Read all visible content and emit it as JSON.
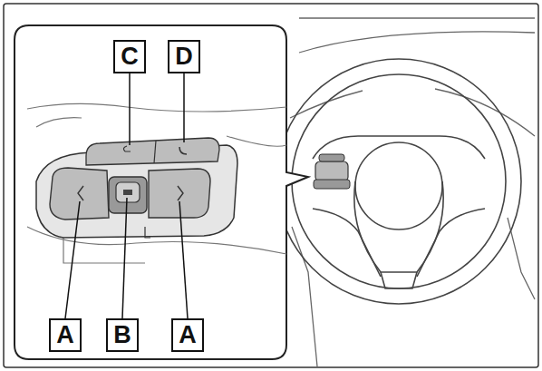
{
  "diagram": {
    "nodes": [
      {
        "text": [
          "C"
        ]
      },
      {
        "text": [
          "D"
        ]
      },
      {
        "text": [
          "A"
        ]
      },
      {
        "text": [
          "B"
        ]
      },
      {
        "text": [
          "A"
        ]
      }
    ]
  }
}
